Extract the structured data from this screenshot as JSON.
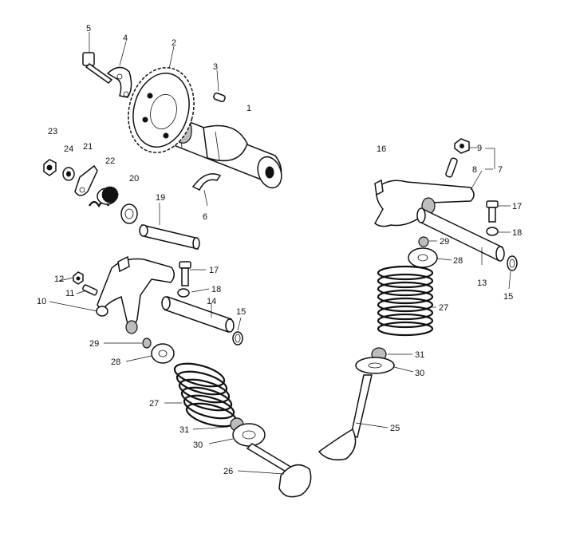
{
  "labels": {
    "l1": "1",
    "l2": "2",
    "l3": "3",
    "l4": "4",
    "l5": "5",
    "l6": "6",
    "l7": "7",
    "l8": "8",
    "l9": "9",
    "l10": "10",
    "l11": "11",
    "l12": "12",
    "l13": "13",
    "l14": "14",
    "l15a": "15",
    "l15b": "15",
    "l16": "16",
    "l17a": "17",
    "l17b": "17",
    "l18a": "18",
    "l18b": "18",
    "l19": "19",
    "l20": "20",
    "l21": "21",
    "l22": "22",
    "l23": "23",
    "l24": "24",
    "l25": "25",
    "l26": "26",
    "l27a": "27",
    "l27b": "27",
    "l28a": "28",
    "l28b": "28",
    "l29a": "29",
    "l29b": "29",
    "l30a": "30",
    "l30b": "30",
    "l31a": "31",
    "l31b": "31"
  }
}
